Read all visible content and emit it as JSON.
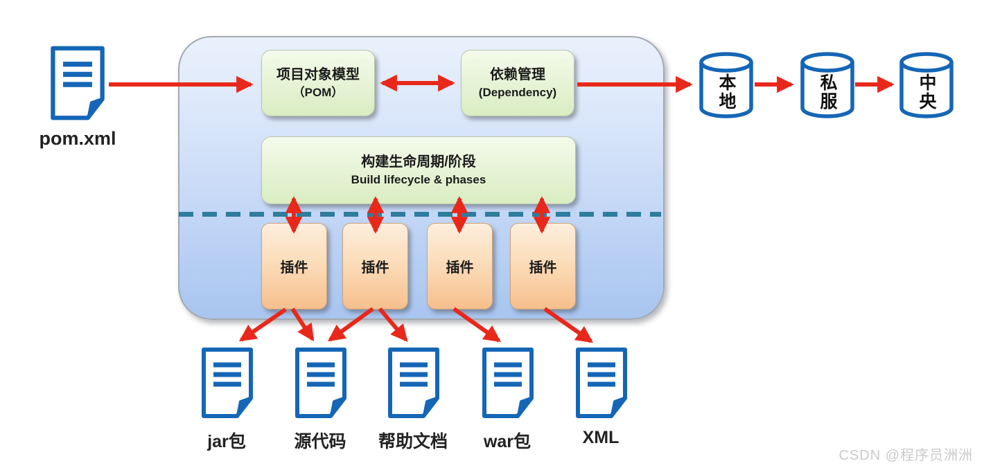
{
  "diagram": {
    "source_file": {
      "label": "pom.xml"
    },
    "maven_core": {
      "pom_box": {
        "title": "项目对象模型",
        "subtitle": "（POM）"
      },
      "dependency_box": {
        "title": "依赖管理",
        "subtitle": "(Dependency)"
      },
      "lifecycle_box": {
        "title": "构建生命周期/阶段",
        "subtitle": "Build lifecycle & phases"
      },
      "plugins": [
        {
          "label": "插件"
        },
        {
          "label": "插件"
        },
        {
          "label": "插件"
        },
        {
          "label": "插件"
        }
      ]
    },
    "repositories": [
      {
        "label": "本地"
      },
      {
        "label": "私服"
      },
      {
        "label": "中央"
      }
    ],
    "artifacts": [
      {
        "label": "jar包"
      },
      {
        "label": "源代码"
      },
      {
        "label": "帮助文档"
      },
      {
        "label": "war包"
      },
      {
        "label": "XML"
      }
    ],
    "watermark": "CSDN @程序员洲洲",
    "colors": {
      "arrow": "#e8281b",
      "dashed_line": "#2e7d9c",
      "icon_stroke": "#1566b6",
      "green_box_top": "#f5fbec",
      "green_box_bottom": "#d9edc2",
      "orange_box_top": "#fdeedd",
      "orange_box_bottom": "#f6bf8d",
      "container_top": "#eaf1fc",
      "container_bottom": "#a8c5ef"
    }
  }
}
